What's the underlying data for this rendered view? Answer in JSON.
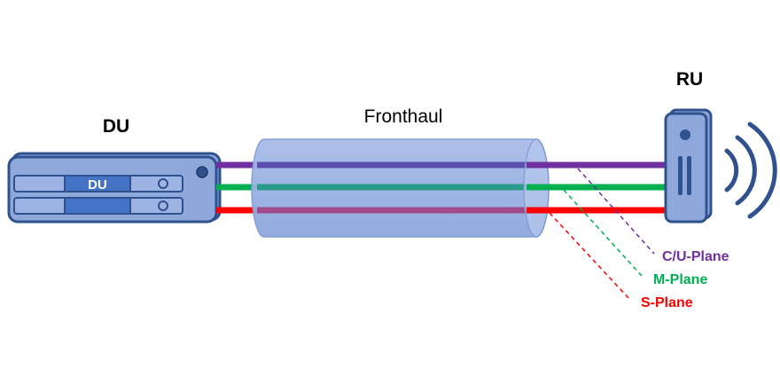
{
  "diagram": {
    "du": {
      "title": "DU",
      "badge": "DU"
    },
    "ru": {
      "title": "RU"
    },
    "fronthaul": {
      "label": "Fronthaul"
    },
    "planes": [
      {
        "id": "cu",
        "label": "C/U-Plane",
        "color": "#7030a0"
      },
      {
        "id": "m",
        "label": "M-Plane",
        "color": "#00b050"
      },
      {
        "id": "s",
        "label": "S-Plane",
        "color": "#ff0000"
      }
    ],
    "colors": {
      "device_fill": "#8fa8dc",
      "device_stroke": "#2f528f",
      "cable_fill": "#9db3e3",
      "cable_stroke": "#7f9bd6",
      "signal": "#2f528f"
    }
  }
}
